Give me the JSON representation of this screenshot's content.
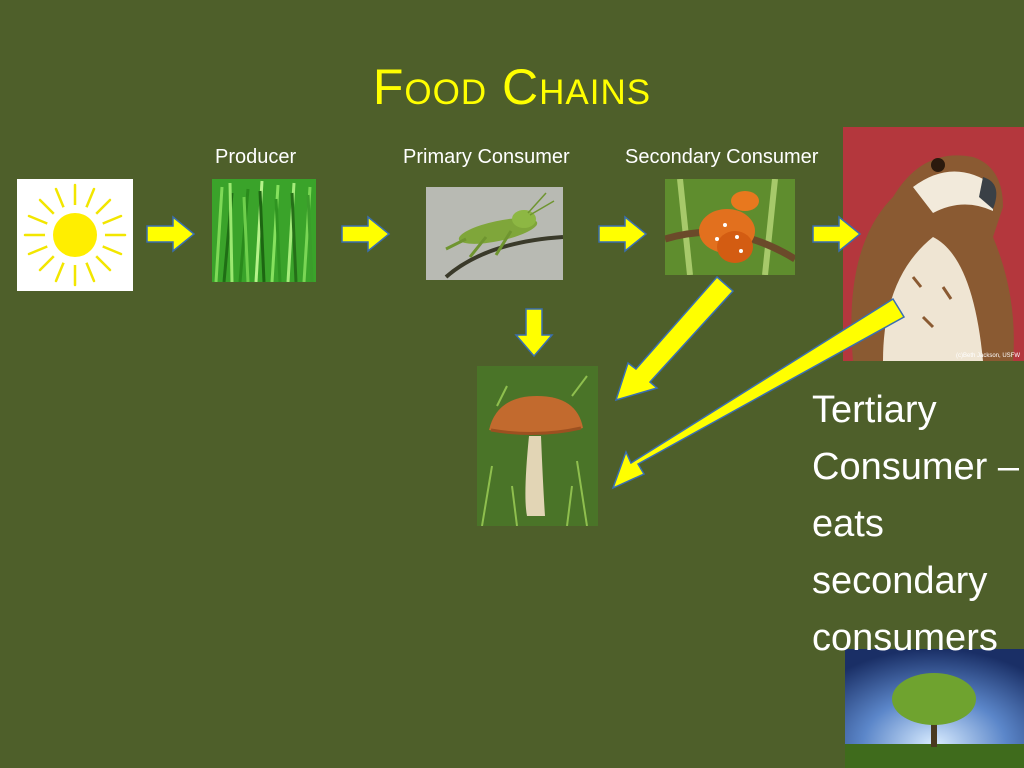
{
  "title": "Food Chains",
  "labels": {
    "producer": "Producer",
    "primary_consumer": "Primary Consumer",
    "secondary_consumer": "Secondary Consumer"
  },
  "tertiary_description": "Tertiary Consumer – eats secondary consumers",
  "photo_credit": "(c)Beth Jackson, USFW",
  "colors": {
    "background": "#4e5f2a",
    "title": "#ffff00",
    "arrow_fill": "#ffff00",
    "arrow_outline": "#3a6fb0",
    "text": "#ffffff"
  },
  "icons": [
    "sun-icon",
    "grass-image",
    "grasshopper-image",
    "snake-image",
    "hawk-image",
    "mushroom-image",
    "tree-image"
  ]
}
